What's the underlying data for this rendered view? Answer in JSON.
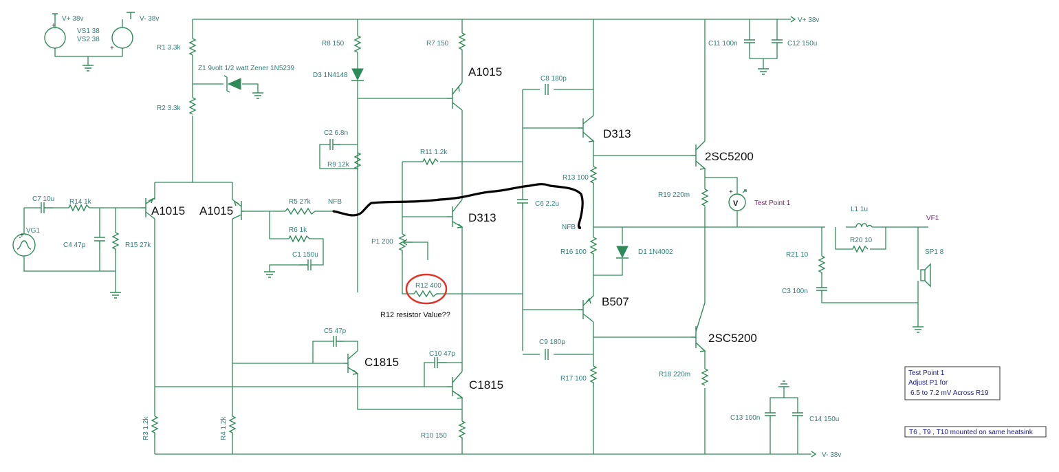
{
  "power": {
    "vplus_top_left": "V+ 38v",
    "vminus_top_left": "V- 38v",
    "vs1": "VS1 38",
    "vs2": "VS2 38",
    "vplus_rail": "V+ 38v",
    "vminus_rail": "V- 38v"
  },
  "resistors": {
    "r1": "R1 3.3k",
    "r2": "R2 3.3k",
    "r3": "R3 1.2k",
    "r4": "R4 1.2k",
    "r5": "R5 27k",
    "r6": "R6 1k",
    "r7": "R7 150",
    "r8": "R8 150",
    "r9": "R9 12k",
    "r10": "R10 150",
    "r11": "R11 1.2k",
    "r12": "R12 400",
    "r13": "R13 100",
    "r14": "R14 1k",
    "r15": "R15 27k",
    "r16": "R16 100",
    "r17": "R17 100",
    "r18": "R18 220m",
    "r19": "R19 220m",
    "r20": "R20 10",
    "r21": "R21 10",
    "p1": "P1 200"
  },
  "capacitors": {
    "c1": "C1 150u",
    "c2": "C2 6.8n",
    "c3": "C3 100n",
    "c4": "C4 47p",
    "c5": "C5 47p",
    "c6": "C6 2.2u",
    "c7": "C7 10u",
    "c8": "C8 180p",
    "c9": "C9 180p",
    "c10": "C10 47p",
    "c11": "C11 100n",
    "c12": "C12 150u",
    "c13": "C13 100n",
    "c14": "C14 150u"
  },
  "diodes": {
    "z1": "Z1 9volt 1/2 watt Zener 1N5239",
    "d3": "D3 1N4148",
    "d1": "D1 1N4002"
  },
  "transistors": {
    "t1": "A1015",
    "t2": "A1015",
    "t3": "C1815",
    "t4": "C1815",
    "t_top": "A1015",
    "t6": "D313",
    "t_drv": "D313",
    "t_pnp": "B507",
    "t_out1": "2SC5200",
    "t_out2": "2SC5200"
  },
  "misc": {
    "vg1": "VG1",
    "nfb_left": "NFB",
    "nfb_right": "NFB",
    "l1": "L1 1u",
    "sp1": "SP1 8",
    "vf1": "VF1",
    "meter_symbol": "V",
    "test_point": "Test Point 1"
  },
  "annotations": {
    "r12_question": "R12 resistor Value??"
  },
  "notes": {
    "tp_box": [
      "Test Point 1",
      "Adjust P1 for",
      "6.5 to 7.2 mV Across R19"
    ],
    "heatsink": "T6 , T9 , T10 mounted on same heatsink"
  }
}
